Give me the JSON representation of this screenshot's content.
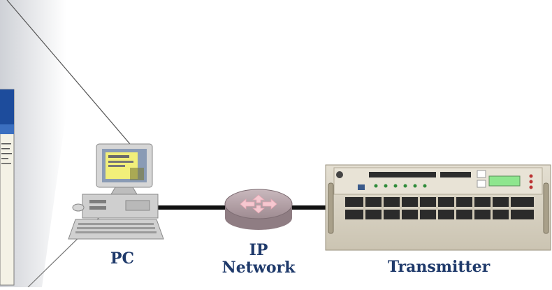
{
  "nodes": {
    "pc": {
      "label": "PC"
    },
    "network": {
      "label_line1": "IP",
      "label_line2": "Network"
    },
    "transmitter": {
      "label": "Transmitter"
    }
  },
  "colors": {
    "label_text": "#1f3a6b",
    "link_line": "#111111",
    "router_body": "#b9a6ab",
    "router_arrows": "#f6c8d0",
    "transmitter_body": "#d9d3c3",
    "lcd": "#8ee68e"
  },
  "icons": {
    "pc": "desktop-computer-icon",
    "network": "router-icon",
    "transmitter": "rack-transmitter-icon"
  }
}
